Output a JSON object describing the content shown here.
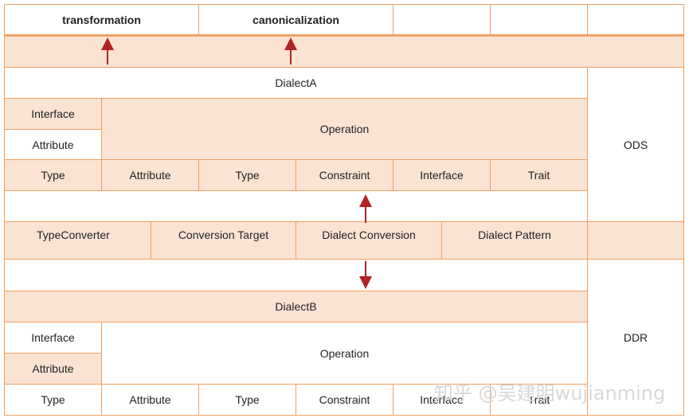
{
  "top_row": {
    "transformation": "transformation",
    "canonicalization": "canonicalization"
  },
  "dialect_a": {
    "title": "DialectA",
    "interface": "Interface",
    "attribute": "Attribute",
    "operation": "Operation",
    "bottom": [
      "Type",
      "Attribute",
      "Type",
      "Constraint",
      "Interface",
      "Trait"
    ]
  },
  "ods": "ODS",
  "conversion": [
    "TypeConverter",
    "Conversion Target",
    "Dialect Conversion",
    "Dialect Pattern"
  ],
  "dialect_b": {
    "title": "DialectB",
    "interface": "Interface",
    "attribute": "Attribute",
    "operation": "Operation",
    "bottom": [
      "Type",
      "Attribute",
      "Type",
      "Constraint",
      "Interface",
      "Trait"
    ]
  },
  "ddr": "DDR",
  "watermark": "知乎 @吴建明wujianming",
  "colors": {
    "fill": "#fbe3d3",
    "border": "#f0a060",
    "arrow": "#b22222"
  }
}
